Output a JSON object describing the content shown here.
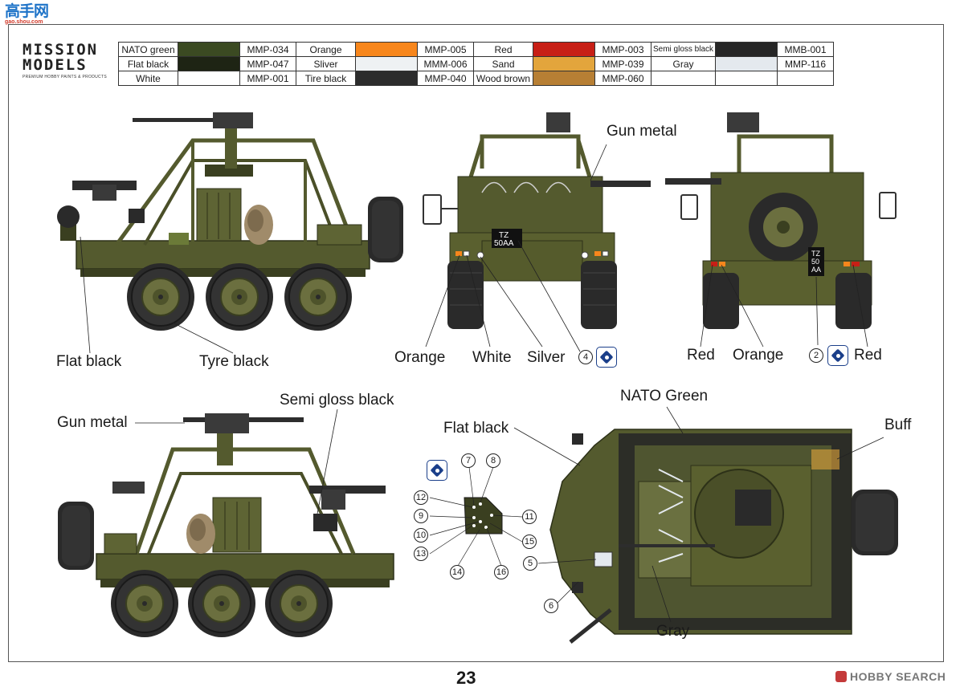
{
  "watermark_top": {
    "chars": "高手网",
    "url": "gao.shou.com"
  },
  "logo": {
    "line1": "MISSION",
    "line2": "MODELS",
    "tagline": "PREMIUM HOBBY PAINTS & PRODUCTS"
  },
  "paint_table": [
    [
      {
        "name": "NATO green",
        "color": "#3b4a22",
        "code": "MMP-034"
      },
      {
        "name": "Orange",
        "color": "#f7861c",
        "code": "MMP-005"
      },
      {
        "name": "Red",
        "color": "#c71f16",
        "code": "MMP-003"
      },
      {
        "name": "Semi gloss black",
        "color": "#262626",
        "code": "MMB-001"
      }
    ],
    [
      {
        "name": "Flat black",
        "color": "#1e2414",
        "code": "MMP-047"
      },
      {
        "name": "Sliver",
        "color": "#eef1f3",
        "code": "MMM-006"
      },
      {
        "name": "Sand",
        "color": "#e3a53c",
        "code": "MMP-039"
      },
      {
        "name": "Gray",
        "color": "#e4e9ee",
        "code": "MMP-116"
      }
    ],
    [
      {
        "name": "White",
        "color": "#ffffff",
        "code": "MMP-001"
      },
      {
        "name": "Tire black",
        "color": "#2c2c2c",
        "code": "MMP-040"
      },
      {
        "name": "Wood brown",
        "color": "#b77f34",
        "code": "MMP-060"
      },
      {
        "name": "",
        "color": "#ffffff",
        "code": ""
      }
    ]
  ],
  "callouts": {
    "flat_black_side": "Flat black",
    "tyre_black": "Tyre black",
    "gun_metal_front": "Gun metal",
    "orange_front": "Orange",
    "white_front": "White",
    "silver_front": "Silver",
    "red_rear_left": "Red",
    "orange_rear": "Orange",
    "red_rear_right": "Red",
    "gun_metal_side": "Gun metal",
    "semi_gloss_black": "Semi gloss black",
    "nato_green": "NATO Green",
    "flat_black_top": "Flat black",
    "buff": "Buff",
    "gray": "Gray"
  },
  "plates": {
    "front_line1": "TZ",
    "front_line2": "50AA",
    "rear_line1": "TZ",
    "rear_line2": "50",
    "rear_line3": "AA"
  },
  "decal_numbers": [
    "4",
    "2",
    "7",
    "8",
    "12",
    "9",
    "10",
    "13",
    "14",
    "16",
    "15",
    "11",
    "5",
    "6"
  ],
  "icons": {
    "decal": "decal-sheet-icon"
  },
  "colors": {
    "vehicle_green": "#545a2e",
    "vehicle_dark": "#3a3f20",
    "tyre": "#2a2a2a",
    "hub": "#6b6f3f"
  },
  "page_number": "23",
  "watermark_bottom": "HOBBY SEARCH"
}
